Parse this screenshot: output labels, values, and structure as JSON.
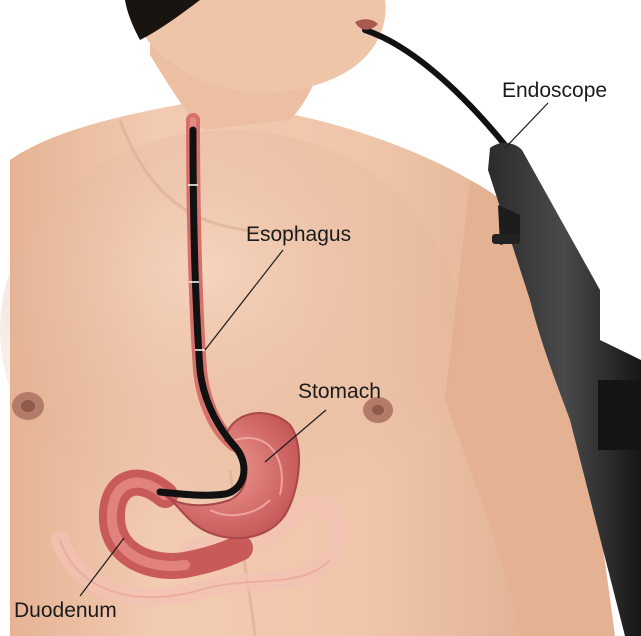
{
  "diagram": {
    "labels": {
      "endoscope": "Endoscope",
      "esophagus": "Esophagus",
      "stomach": "Stomach",
      "duodenum": "Duodenum"
    }
  },
  "colors": {
    "skin": "#efc3a8",
    "skin_shadow": "#d9a587",
    "hair": "#1a1410",
    "organ": "#e07a72",
    "organ_dark": "#b84a4a",
    "endoscope": "#111111",
    "leader_line": "#1b1b1b"
  }
}
